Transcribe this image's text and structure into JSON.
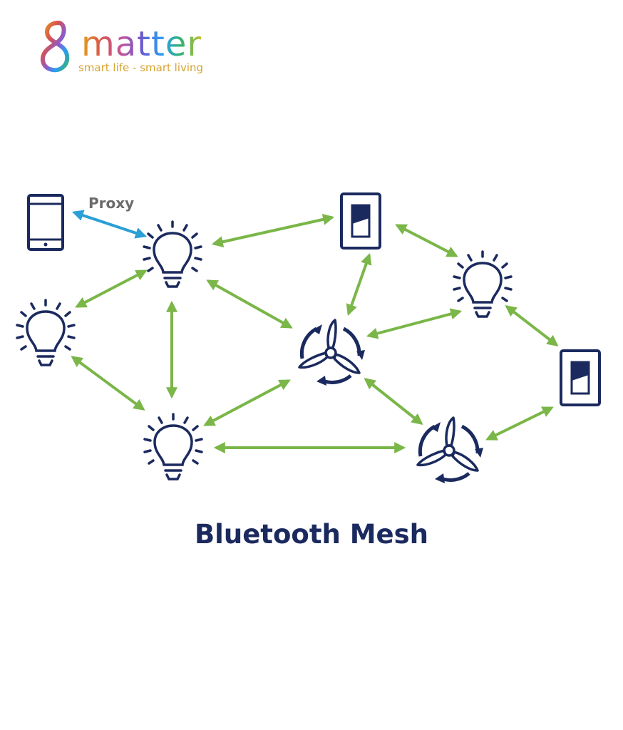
{
  "brand": {
    "name": "matter",
    "tagline": "smart life - smart living"
  },
  "diagram": {
    "proxy_label": "Proxy",
    "caption": "Bluetooth Mesh",
    "nodes": [
      {
        "id": "phone",
        "kind": "smartphone"
      },
      {
        "id": "bulb1",
        "kind": "light-bulb"
      },
      {
        "id": "bulb2",
        "kind": "light-bulb"
      },
      {
        "id": "bulb3",
        "kind": "light-bulb"
      },
      {
        "id": "bulb4",
        "kind": "light-bulb"
      },
      {
        "id": "switch1",
        "kind": "light-switch"
      },
      {
        "id": "switch2",
        "kind": "light-switch"
      },
      {
        "id": "fan1",
        "kind": "ceiling-fan"
      },
      {
        "id": "fan2",
        "kind": "ceiling-fan"
      }
    ],
    "links": [
      {
        "from": "phone",
        "to": "bulb1",
        "type": "proxy"
      },
      {
        "from": "bulb1",
        "to": "switch1",
        "type": "mesh"
      },
      {
        "from": "bulb1",
        "to": "bulb2",
        "type": "mesh"
      },
      {
        "from": "bulb1",
        "to": "bulb3",
        "type": "mesh"
      },
      {
        "from": "bulb1",
        "to": "fan1",
        "type": "mesh"
      },
      {
        "from": "bulb2",
        "to": "bulb3",
        "type": "mesh"
      },
      {
        "from": "bulb3",
        "to": "fan1",
        "type": "mesh"
      },
      {
        "from": "bulb3",
        "to": "fan2",
        "type": "mesh"
      },
      {
        "from": "switch1",
        "to": "fan1",
        "type": "mesh"
      },
      {
        "from": "switch1",
        "to": "bulb4",
        "type": "mesh"
      },
      {
        "from": "fan1",
        "to": "bulb4",
        "type": "mesh"
      },
      {
        "from": "fan1",
        "to": "fan2",
        "type": "mesh"
      },
      {
        "from": "bulb4",
        "to": "switch2",
        "type": "mesh"
      },
      {
        "from": "fan2",
        "to": "switch2",
        "type": "mesh"
      }
    ],
    "colors": {
      "node": "#1b2a5e",
      "mesh_link": "#7ab648",
      "proxy_link": "#2b9fd6",
      "label": "#6b6b6b"
    }
  }
}
